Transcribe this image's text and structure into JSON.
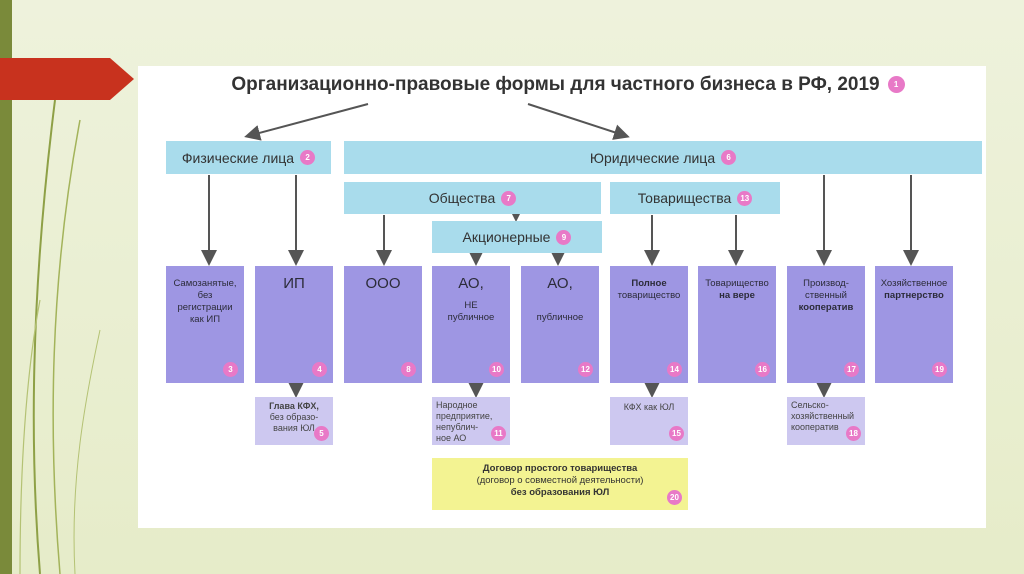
{
  "title": "Организационно-правовые формы для частного бизнеса в РФ, 2019",
  "title_badge": "1",
  "nodes": {
    "fiz": {
      "label": "Физические лица",
      "badge": "2"
    },
    "yur": {
      "label": "Юридические лица",
      "badge": "6"
    },
    "obsh": {
      "label": "Общества",
      "badge": "7"
    },
    "tov": {
      "label": "Товарищества",
      "badge": "13"
    },
    "akc": {
      "label": "Акционерные",
      "badge": "9"
    },
    "samoz": {
      "lines": [
        "Самозанятые,",
        "без",
        "регистрации",
        "как ИП"
      ],
      "badge": "3"
    },
    "ip": {
      "label": "ИП",
      "badge": "4"
    },
    "ooo": {
      "label": "ООО",
      "badge": "8"
    },
    "ao_np": {
      "label": "АО,",
      "l1": "НЕ",
      "l2": "публичное",
      "badge": "10"
    },
    "ao_p": {
      "label": "АО,",
      "l1": "публичное",
      "badge": "12"
    },
    "poln": {
      "l1": "Полное",
      "l2": "товарищество",
      "badge": "14"
    },
    "vera": {
      "l1": "Товарищество",
      "l2": "на вере",
      "badge": "16"
    },
    "pk": {
      "l1": "Производ-",
      "l2": "ственный",
      "l3": "кооператив",
      "badge": "17"
    },
    "hp": {
      "l1": "Хозяйственное",
      "l2": "партнерство",
      "badge": "19"
    },
    "kfh": {
      "l1": "Глава КФХ,",
      "l2": "без образо-",
      "l3": "вания ЮЛ",
      "badge": "5"
    },
    "narod": {
      "l1": "Народное",
      "l2": "предприятие,",
      "l3": "непублич-",
      "l4": "ное АО",
      "badge": "11"
    },
    "kfh_ul": {
      "label": "КФХ как ЮЛ",
      "badge": "15"
    },
    "sk": {
      "l1": "Сельско-",
      "l2": "хозяйственный",
      "l3": "кооператив",
      "badge": "18"
    },
    "dog": {
      "l1": "Договор простого товарищества",
      "l2": "(договор о совместной деятельности)",
      "l3": "без образования ЮЛ",
      "badge": "20"
    }
  },
  "colors": {
    "cyan": "#a9dcec",
    "purple": "#9e96e3",
    "lavender": "#cdc8f0",
    "yellow": "#f3f392",
    "badge": "#e879c7",
    "accent_red": "#c8321e"
  }
}
